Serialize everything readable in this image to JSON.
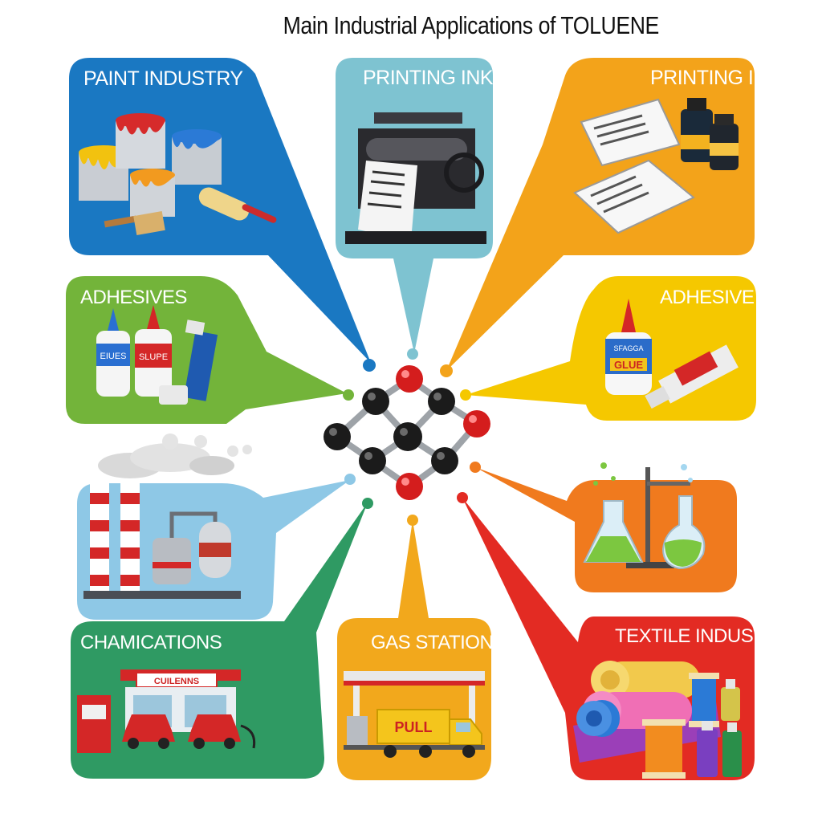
{
  "title": "Main Industrial Applications of TOLUENE",
  "panels": [
    {
      "label": "PAINT INDUSTRY",
      "color": "#1a78c2",
      "icon": "paint-cans-icon"
    },
    {
      "label": "PRINTING INK",
      "color": "#7ec3d1",
      "icon": "printing-press-icon"
    },
    {
      "label": "PRINTING INK",
      "color": "#f3a31a",
      "icon": "newspapers-ink-bottles-icon"
    },
    {
      "label": "ADHESIVES",
      "color": "#73b43a",
      "icon": "glue-bottles-icon"
    },
    {
      "label": "ADHESIVE",
      "color": "#f5c800",
      "icon": "glue-bottle-tube-icon"
    },
    {
      "label": "",
      "color": "#8ec8e6",
      "icon": "chemical-plant-icon"
    },
    {
      "label": "",
      "color": "#f07a1e",
      "icon": "lab-flasks-icon"
    },
    {
      "label": "CHAMICATIONS",
      "color": "#2f9a63",
      "icon": "gas-station-icon"
    },
    {
      "label": "GAS STATIONS",
      "color": "#f2a81c",
      "icon": "fuel-truck-icon"
    },
    {
      "label": "TEXTILE INDUSTRY",
      "color": "#e32b23",
      "icon": "fabric-rolls-threads-icon"
    }
  ],
  "icon_text": {
    "glue_left_1": "EIUES",
    "glue_left_2": "SLUPE",
    "glue_right_brand": "SFAGGA",
    "glue_right_label": "GLUE",
    "station_sign": "CUILENNS",
    "truck_label": "PULL"
  },
  "center_icon": "toluene-molecule-icon"
}
